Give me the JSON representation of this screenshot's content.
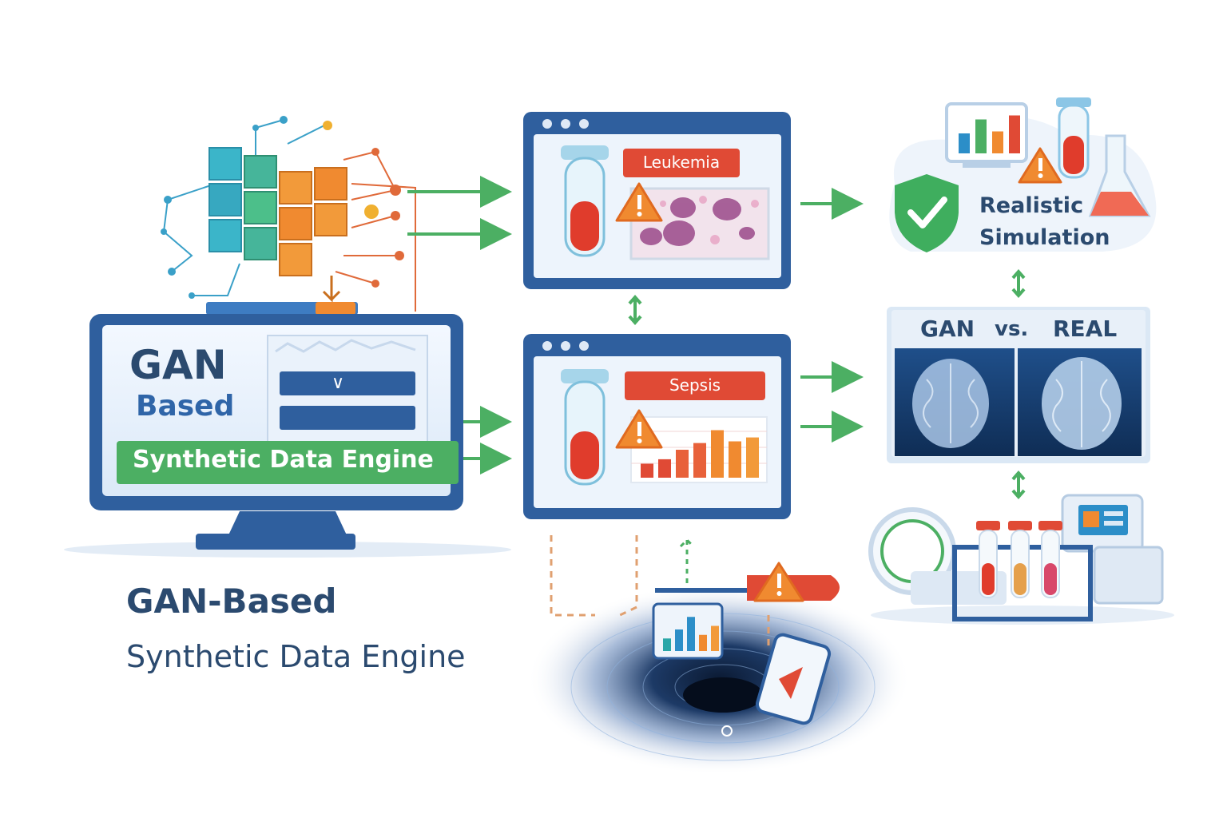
{
  "monitor": {
    "line1": "GAN",
    "line2": "Based",
    "banner": "Synthetic Data Engine",
    "dropdown_glyph": "∨"
  },
  "panels": {
    "leukemia": {
      "label": "Leukemia"
    },
    "sepsis": {
      "label": "Sepsis"
    }
  },
  "simulation": {
    "line1": "Realistic",
    "line2": "Simulation"
  },
  "comparison": {
    "left": "GAN",
    "middle": "vs.",
    "right": "REAL"
  },
  "caption": {
    "line1": "GAN-Based",
    "line2": "Synthetic Data Engine"
  },
  "sepsis_chart_bars": [
    0.25,
    0.33,
    0.5,
    0.62,
    0.85,
    0.65,
    0.72
  ],
  "mini_chart_bars": [
    0.35,
    0.6,
    0.95,
    0.45,
    0.7
  ],
  "sim_chart_bars": [
    0.5,
    0.85,
    0.55,
    0.95
  ],
  "colors": {
    "primary_blue": "#2f5f9e",
    "dark_text": "#2b4a6f",
    "green": "#4caf63",
    "red": "#e04a35",
    "orange": "#f08a30",
    "teal": "#2aa7a8"
  }
}
